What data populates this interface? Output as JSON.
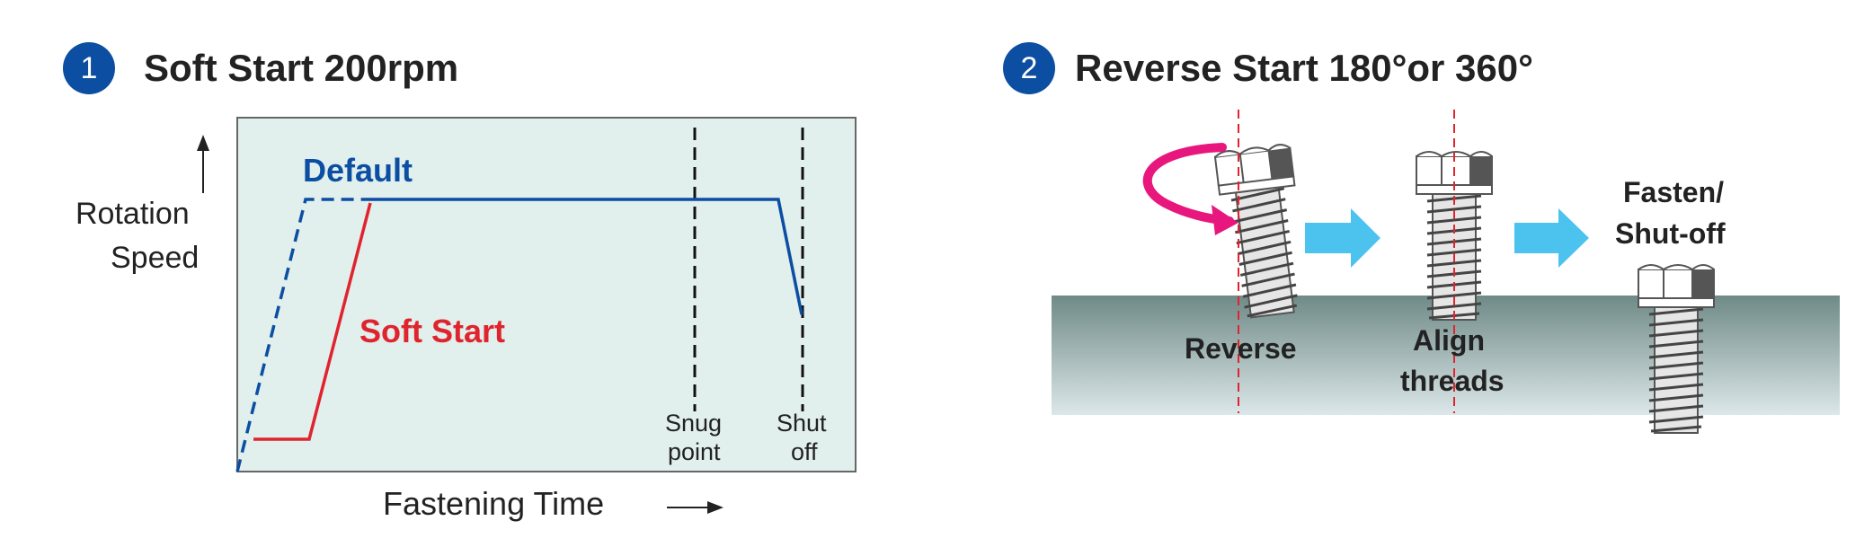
{
  "section1": {
    "number": "1",
    "title": "Soft Start 200rpm",
    "chart": {
      "ylabel_line1": "Rotation",
      "ylabel_line2": "Speed",
      "xlabel": "Fastening Time",
      "series_default": "Default",
      "series_soft": "Soft Start",
      "marker_snug_1": "Snug",
      "marker_snug_2": "point",
      "marker_shut_1": "Shut",
      "marker_shut_2": "off"
    }
  },
  "section2": {
    "number": "2",
    "title": "Reverse Start 180°or 360°",
    "steps": {
      "reverse": "Reverse",
      "align_1": "Align",
      "align_2": "threads",
      "fasten_1": "Fasten/",
      "fasten_2": "Shut-off"
    }
  },
  "colors": {
    "badge": "#0b4ea2",
    "default_line": "#0b4ea2",
    "soft_line": "#e0242e",
    "chart_bg": "#e1efed",
    "arrow": "#4cc3ef",
    "rotate_arrow": "#e8177d",
    "centerline": "#e0242e"
  }
}
